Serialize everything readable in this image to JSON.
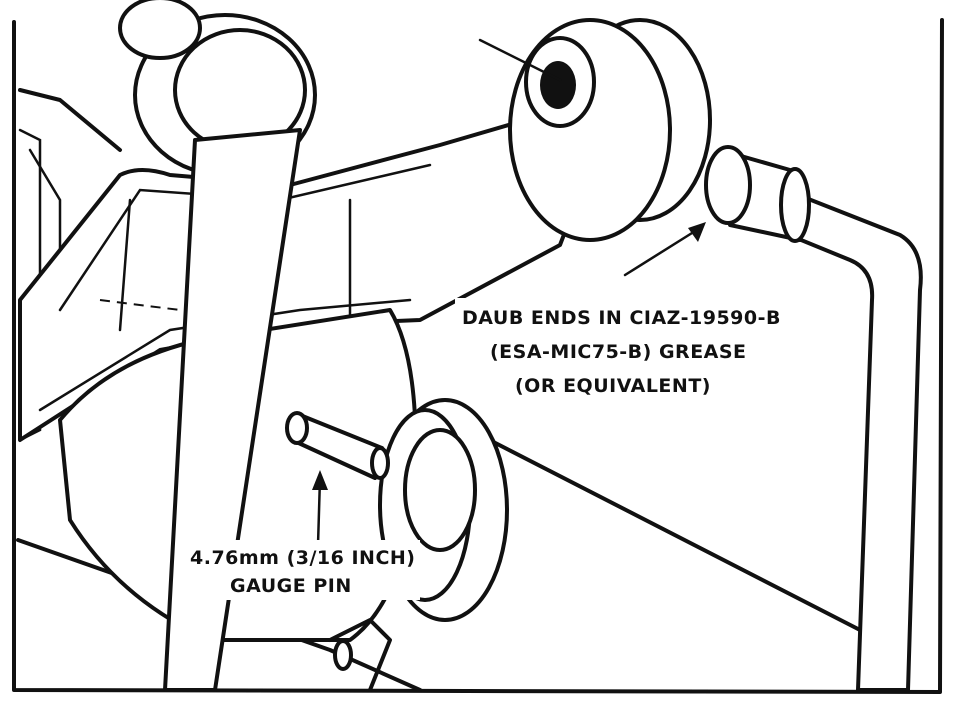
{
  "labels": {
    "grease_line1": "DAUB ENDS IN CIAZ-19590-B",
    "grease_line2": "(ESA-MIC75-B) GREASE",
    "grease_line3": "(OR EQUIVALENT)",
    "pin_line1": "4.76mm (3/16 INCH)",
    "pin_line2": "GAUGE PIN"
  }
}
